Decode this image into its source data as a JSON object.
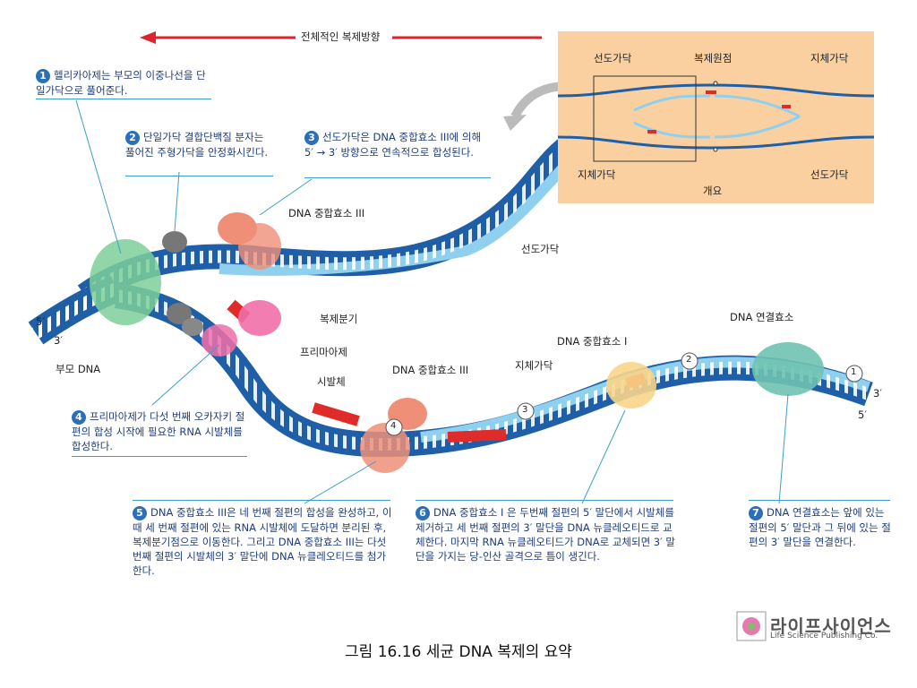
{
  "direction_label": "전체적인 복제방향",
  "steps": [
    {
      "num": "1",
      "text": "헬리카아제는 부모의 이중나선을 단일가닥으로 풀어준다."
    },
    {
      "num": "2",
      "text": "단일가닥 결합단백질 분자는 풀어진 주형가닥을 안정화시킨다."
    },
    {
      "num": "3",
      "text": "선도가닥은 DNA 중합효소 III에 의해 5′ → 3′ 방향으로 연속적으로 합성된다."
    },
    {
      "num": "4",
      "text": "프리마아제가 다섯 번째 오카자키 절편의 합성 시작에 필요한 RNA 시발체를 합성한다."
    },
    {
      "num": "5",
      "text": "DNA 중합효소 III은 네 번째 절편의 합성을 완성하고, 이때 세 번째 절편에 있는 RNA 시발체에 도달하면 분리된 후, 복제분기점으로 이동한다. 그리고 DNA 중합효소 III는 다섯 번째 절편의 시발체의 3′ 말단에 DNA 뉴클레오티드를 첨가한다."
    },
    {
      "num": "6",
      "text": "DNA 중합효소 I 은 두번째 절편의 5′ 말단에서 시발체를 제거하고 세 번째 절편의 3′ 말단을 DNA 뉴클레오티드로 교체한다. 마지막 RNA 뉴클레오티드가 DNA로 교체되면 3′ 말단을 가지는 당-인산 골격으로 틈이 생긴다."
    },
    {
      "num": "7",
      "text": "DNA 연결효소는 앞에 있는 절편의 5′ 말단과 그 뒤에 있는 절편의 3′ 말단을 연결한다."
    }
  ],
  "labels": {
    "pol3_top": "DNA 중합효소 III",
    "leading": "선도가닥",
    "fork": "복제분기",
    "primase": "프리마아제",
    "primer": "시발체",
    "pol3_bottom": "DNA 중합효소 III",
    "lagging": "지체가닥",
    "pol1": "DNA 중합효소 I",
    "ligase": "DNA 연결효소",
    "parent": "부모 DNA",
    "five_left": "5′",
    "three_left": "3′",
    "three_right": "3′",
    "five_right": "5′",
    "frag1": "1",
    "frag2": "2",
    "frag3": "3",
    "frag4": "4"
  },
  "inset": {
    "leading_tl": "선도가닥",
    "origin": "복제원점",
    "lagging_tr": "지체가닥",
    "lagging_bl": "지체가닥",
    "leading_br": "선도가닥",
    "caption": "개요"
  },
  "caption": "그림 16.16  세균 DNA 복제의 요약",
  "brand": {
    "ko": "라이프사이언스",
    "en": "Life Science Publishing Co."
  },
  "colors": {
    "dark_strand": "#1f5fa8",
    "light_strand": "#8fd0ef",
    "primer": "#e02b2b",
    "inset_bg": "#fbd0a0"
  }
}
